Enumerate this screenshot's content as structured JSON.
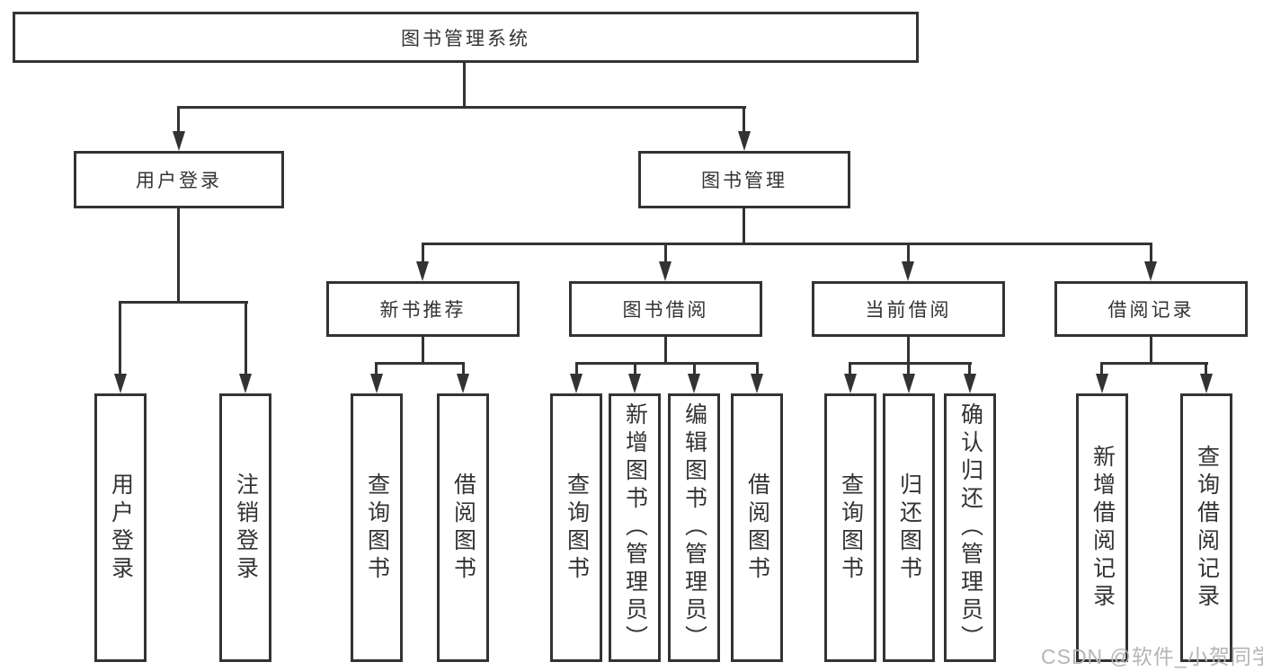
{
  "tree": {
    "label": "图书管理系统",
    "children": [
      {
        "label": "用户登录",
        "children": [
          {
            "label": "用户登录"
          },
          {
            "label": "注销登录"
          }
        ]
      },
      {
        "label": "图书管理",
        "children": [
          {
            "label": "新书推荐",
            "children": [
              {
                "label": "查询图书"
              },
              {
                "label": "借阅图书"
              }
            ]
          },
          {
            "label": "图书借阅",
            "children": [
              {
                "label": "查询图书"
              },
              {
                "label": "新增图书（管理员）"
              },
              {
                "label": "编辑图书（管理员）"
              },
              {
                "label": "借阅图书"
              }
            ]
          },
          {
            "label": "当前借阅",
            "children": [
              {
                "label": "查询图书"
              },
              {
                "label": "归还图书"
              },
              {
                "label": "确认归还（管理员）"
              }
            ]
          },
          {
            "label": "借阅记录",
            "children": [
              {
                "label": "新增借阅记录"
              },
              {
                "label": "查询借阅记录"
              }
            ]
          }
        ]
      }
    ]
  },
  "watermark": {
    "text": "CSDN @软件_小贺同学"
  },
  "colors": {
    "line": "#333333",
    "box_fill": "#ffffff",
    "text": "#333333",
    "watermark": "#b5b5b5",
    "background": "#ffffff"
  }
}
